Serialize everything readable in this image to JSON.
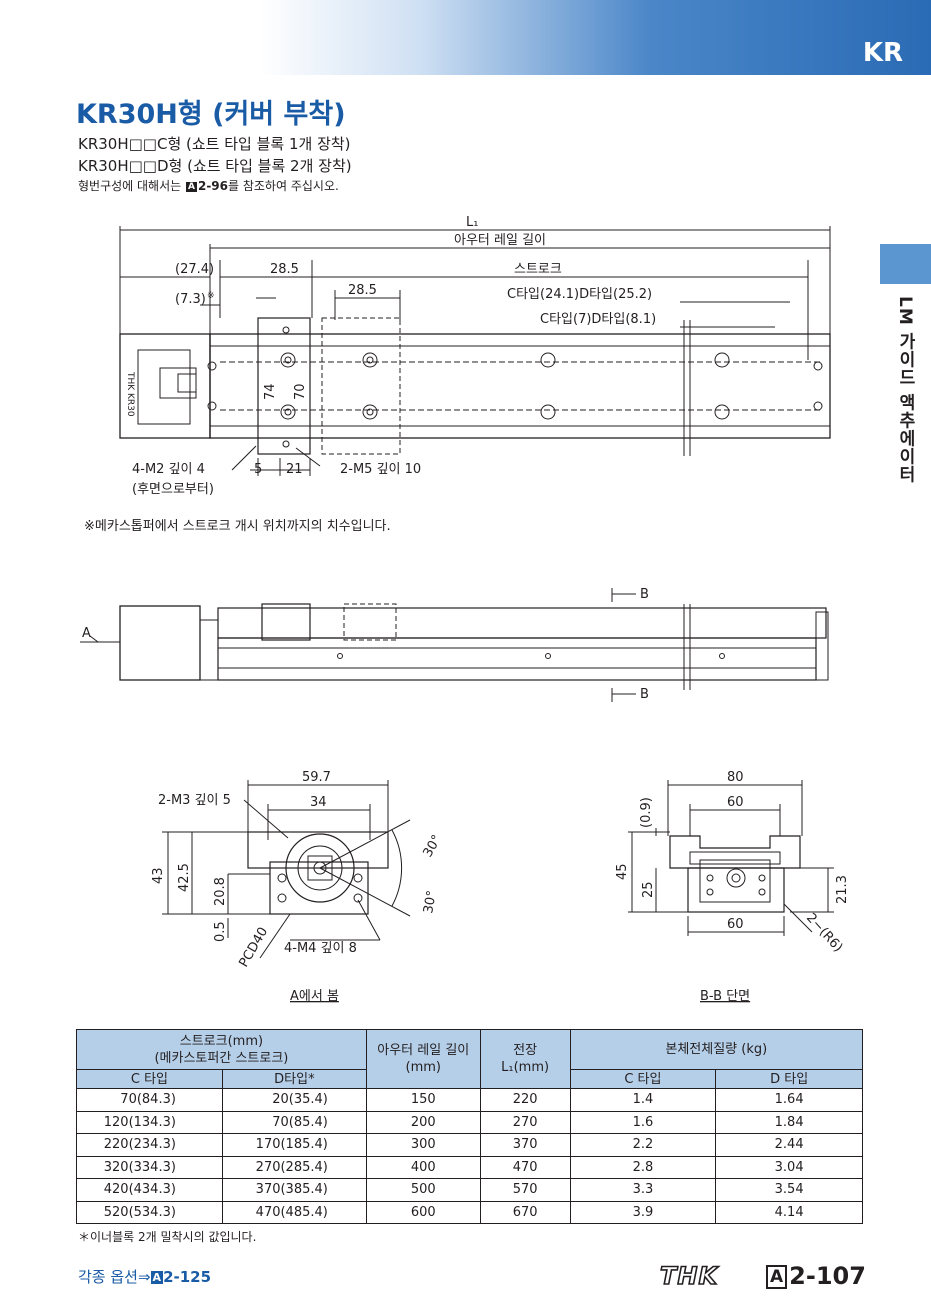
{
  "header": {
    "tag": "KR"
  },
  "side_label": "LM 가이드 액추에이터",
  "title": "KR30H형 (커버 부착)",
  "sublines": [
    "KR30H□□C형 (쇼트 타입 블록 1개 장착)",
    "KR30H□□D형 (쇼트 타입 블록 2개 장착)"
  ],
  "ref_note": {
    "prefix": "형번구성에 대해서는 ",
    "badge": "A",
    "ref": "2-96",
    "suffix": "를 참조하여 주십시오."
  },
  "top_view": {
    "L1": "L₁",
    "outer_rail_length": "아우터 레일 길이",
    "d_27_4": "(27.4)",
    "d_28_5a": "28.5",
    "stroke": "스트로크",
    "d_7_3": "(7.3)",
    "asterisk": "※",
    "d_28_5b": "28.5",
    "type_dims_1": "C타입(24.1)D타입(25.2)",
    "type_dims_2": "C타입(7)D타입(8.1)",
    "d_74": "74",
    "d_70": "70",
    "d_5": "5",
    "d_21": "21",
    "m2_holes": "4-M2 깊이 4",
    "m2_back": "(후면으로부터)",
    "m5_holes": "2-M5 깊이 10",
    "motor_label": "THK KR30"
  },
  "stopper_note": "※메카스톱퍼에서 스트로크 개시 위치까지의 치수입니다.",
  "side_view": {
    "A": "A",
    "B1": "B",
    "B2": "B"
  },
  "end_view_a": {
    "d_59_7": "59.7",
    "m3_holes": "2-M3 깊이 5",
    "d_34": "34",
    "d_43": "43",
    "d_42_5": "42.5",
    "d_20_8": "20.8",
    "d_0_5": "0.5",
    "pcd": "PCD40",
    "m4_holes": "4-M4 깊이 8",
    "angle_1": "30°",
    "angle_2": "30°",
    "caption": "A에서 봄"
  },
  "section_bb": {
    "d_80": "80",
    "d_0_9": "(0.9)",
    "d_60a": "60",
    "d_45": "45",
    "d_25": "25",
    "d_21_3": "21.3",
    "d_60b": "60",
    "r6": "2−(R6)",
    "caption": "B-B 단면"
  },
  "table": {
    "h_stroke_1": "스트로크(mm)",
    "h_stroke_2": "(메카스토퍼간 스트로크)",
    "h_c_type": "C 타입",
    "h_d_type": "D타입*",
    "h_rail_1": "아우터 레일 길이",
    "h_rail_2": "(mm)",
    "h_total_1": "전장",
    "h_total_2": "L₁(mm)",
    "h_mass": "본체전체질량 (kg)",
    "h_mass_c": "C 타입",
    "h_mass_d": "D 타입",
    "rows": [
      [
        "70(84.3)",
        "20(35.4)",
        "150",
        "220",
        "1.4",
        "1.64"
      ],
      [
        "120(134.3)",
        "70(85.4)",
        "200",
        "270",
        "1.6",
        "1.84"
      ],
      [
        "220(234.3)",
        "170(185.4)",
        "300",
        "370",
        "2.2",
        "2.44"
      ],
      [
        "320(334.3)",
        "270(285.4)",
        "400",
        "470",
        "2.8",
        "3.04"
      ],
      [
        "420(434.3)",
        "370(385.4)",
        "500",
        "570",
        "3.3",
        "3.54"
      ],
      [
        "520(534.3)",
        "470(485.4)",
        "600",
        "670",
        "3.9",
        "4.14"
      ]
    ]
  },
  "table_footnote": "＊이너블록 2개 밀착시의 값입니다.",
  "footer": {
    "options_label": "각종 옵션⇒",
    "options_badge": "A",
    "options_ref": "2-125",
    "logo": "THK",
    "page_badge": "A",
    "page_number": "2-107"
  },
  "colors": {
    "brand_blue": "#1a5ba6",
    "header_blue": "#2a6bb5",
    "tab_blue": "#5b96d0",
    "table_header": "#b6cfe9"
  }
}
